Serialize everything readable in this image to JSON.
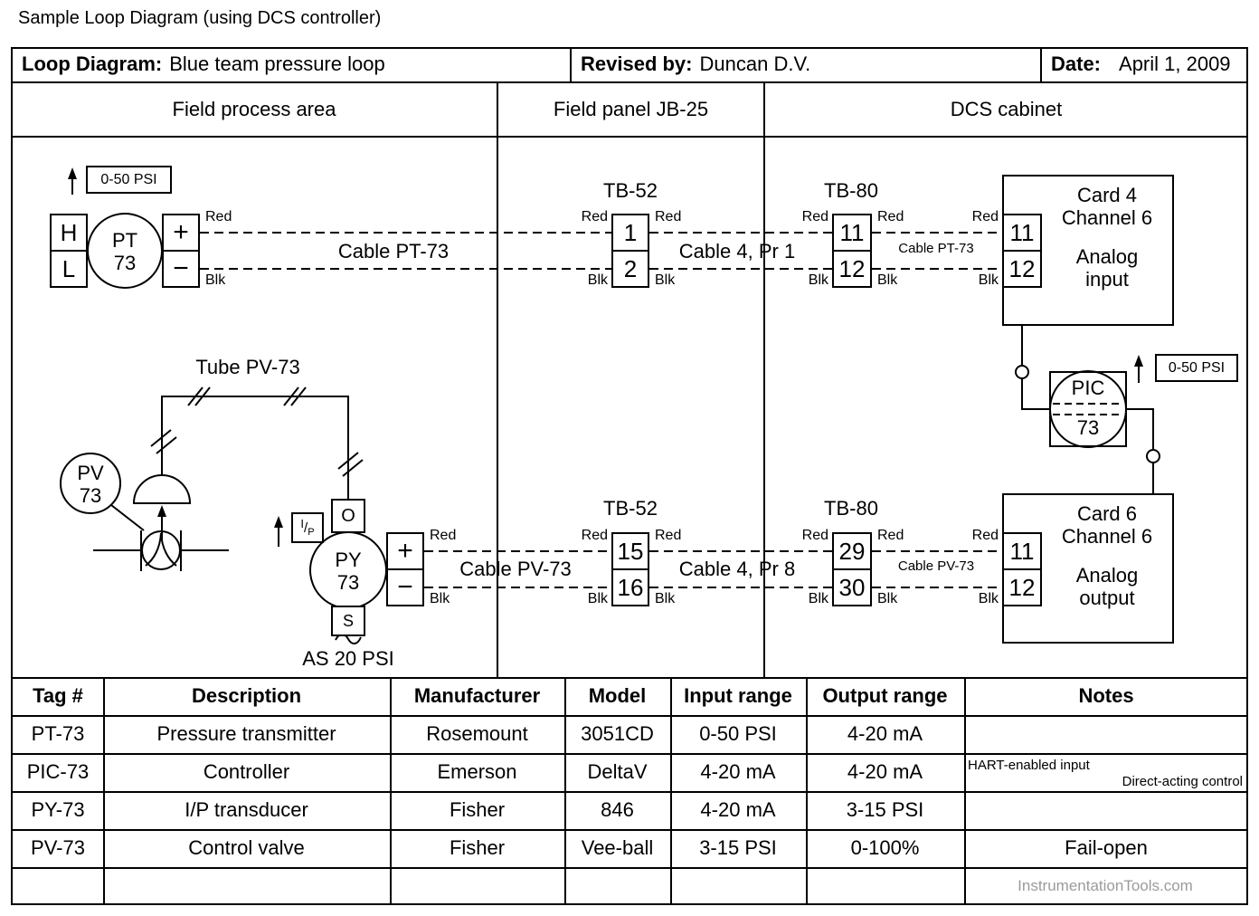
{
  "page_title": "Sample Loop Diagram (using DCS controller)",
  "title_block": {
    "loop_label": "Loop Diagram:",
    "loop_value": "Blue team pressure loop",
    "revised_label": "Revised by:",
    "revised_value": "Duncan D.V.",
    "date_label": "Date:",
    "date_value": "April 1, 2009"
  },
  "areas": {
    "field": "Field process area",
    "panel": "Field panel JB-25",
    "dcs": "DCS cabinet"
  },
  "wire": {
    "red": "Red",
    "blk": "Blk"
  },
  "pt": {
    "range": "0-50 PSI",
    "tag_line1": "PT",
    "tag_line2": "73",
    "h": "H",
    "l": "L",
    "plus": "+",
    "minus": "−",
    "cable_field": "Cable PT-73",
    "tb52": "TB-52",
    "t1": "1",
    "t2": "2",
    "cable_panel": "Cable 4, Pr 1",
    "tb80": "TB-80",
    "t11": "11",
    "t12": "12",
    "cable_dcs": "Cable PT-73",
    "card_line1": "Card 4",
    "card_line2": "Channel 6",
    "card_line3": "Analog",
    "card_line4": "input",
    "card_t1": "11",
    "card_t2": "12"
  },
  "pic": {
    "tag_line1": "PIC",
    "tag_line2": "73",
    "range": "0-50 PSI"
  },
  "pv": {
    "tube": "Tube PV-73",
    "tag_line1": "PV",
    "tag_line2": "73",
    "ip_i": "I",
    "ip_slash": "/",
    "ip_p": "P",
    "o": "O",
    "s": "S",
    "py_line1": "PY",
    "py_line2": "73",
    "plus": "+",
    "minus": "−",
    "air": "AS 20 PSI",
    "cable_field": "Cable PV-73",
    "tb52": "TB-52",
    "t15": "15",
    "t16": "16",
    "cable_panel": "Cable 4, Pr 8",
    "tb80": "TB-80",
    "t29": "29",
    "t30": "30",
    "cable_dcs": "Cable PV-73",
    "card_line1": "Card 6",
    "card_line2": "Channel 6",
    "card_line3": "Analog",
    "card_line4": "output",
    "card_t1": "11",
    "card_t2": "12"
  },
  "table": {
    "headers": [
      "Tag #",
      "Description",
      "Manufacturer",
      "Model",
      "Input range",
      "Output range",
      "Notes"
    ],
    "rows": [
      {
        "tag": "PT-73",
        "description": "Pressure transmitter",
        "manufacturer": "Rosemount",
        "model": "3051CD",
        "input_range": "0-50 PSI",
        "output_range": "4-20 mA",
        "notes": ""
      },
      {
        "tag": "PIC-73",
        "description": "Controller",
        "manufacturer": "Emerson",
        "model": "DeltaV",
        "input_range": "4-20 mA",
        "output_range": "4-20 mA",
        "notes_line1": "HART-enabled input",
        "notes_line2": "Direct-acting control"
      },
      {
        "tag": "PY-73",
        "description": "I/P transducer",
        "manufacturer": "Fisher",
        "model": "846",
        "input_range": "4-20 mA",
        "output_range": "3-15 PSI",
        "notes": ""
      },
      {
        "tag": "PV-73",
        "description": "Control valve",
        "manufacturer": "Fisher",
        "model": "Vee-ball",
        "input_range": "3-15 PSI",
        "output_range": "0-100%",
        "notes": "Fail-open"
      }
    ],
    "watermark": "InstrumentationTools.com"
  },
  "colors": {
    "line": "#000000",
    "background": "#ffffff",
    "watermark": "#9b9b9b"
  }
}
